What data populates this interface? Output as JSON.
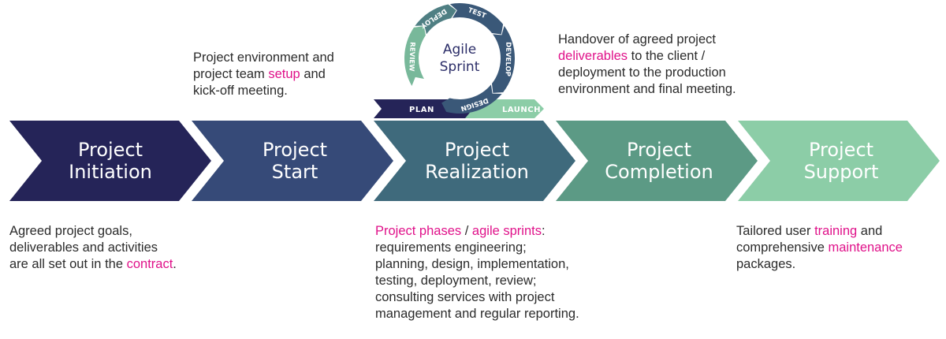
{
  "colors": {
    "phase1": "#252458",
    "phase2": "#364a78",
    "phase3": "#3f6a7c",
    "phase4": "#5c9a85",
    "phase5": "#8ccda7",
    "highlight": "#e0128a",
    "text": "#2b2b2b",
    "cycle_dark": "#3a5878",
    "cycle_mid": "#4f7f83",
    "cycle_light": "#78b89a",
    "sprint_text": "#2b2d68"
  },
  "phases": [
    {
      "line1": "Project",
      "line2": "Initiation"
    },
    {
      "line1": "Project",
      "line2": "Start"
    },
    {
      "line1": "Project",
      "line2": "Realization"
    },
    {
      "line1": "Project",
      "line2": "Completion"
    },
    {
      "line1": "Project",
      "line2": "Support"
    }
  ],
  "sprint": {
    "center_line1": "Agile",
    "center_line2": "Sprint",
    "stages": {
      "test": "TEST",
      "develop": "DEVELOP",
      "design": "DESIGN",
      "review": "REVIEW",
      "deploy": "DEPLOY"
    },
    "plan": "PLAN",
    "launch": "LAUNCH"
  },
  "descriptions": {
    "initiation": {
      "l1": "Agreed project goals,",
      "l2": "deliverables and activities",
      "l3a": "are all set out in the ",
      "l3hl": "contract",
      "l3b": "."
    },
    "start": {
      "l1": "Project environment and",
      "l2a": "project team ",
      "l2hl": "setup",
      "l2b": " and",
      "l3": "kick-off meeting."
    },
    "realization": {
      "l1hl1": "Project phases",
      "l1sep": " / ",
      "l1hl2": "agile sprints",
      "l1b": ":",
      "l2": "requirements engineering;",
      "l3": "planning, design, implementation,",
      "l4": "testing, deployment, review;",
      "l5": "consulting services with project",
      "l6": "management and regular reporting."
    },
    "completion": {
      "l1": "Handover of agreed project",
      "l2hl": "deliverables",
      "l2b": " to the client /",
      "l3": "deployment to the production",
      "l4": "environment and final meeting."
    },
    "support": {
      "l1a": "Tailored user ",
      "l1hl": "training",
      "l1b": " and",
      "l2a": "comprehensive ",
      "l2hl": "maintenance",
      "l3": "packages."
    }
  }
}
